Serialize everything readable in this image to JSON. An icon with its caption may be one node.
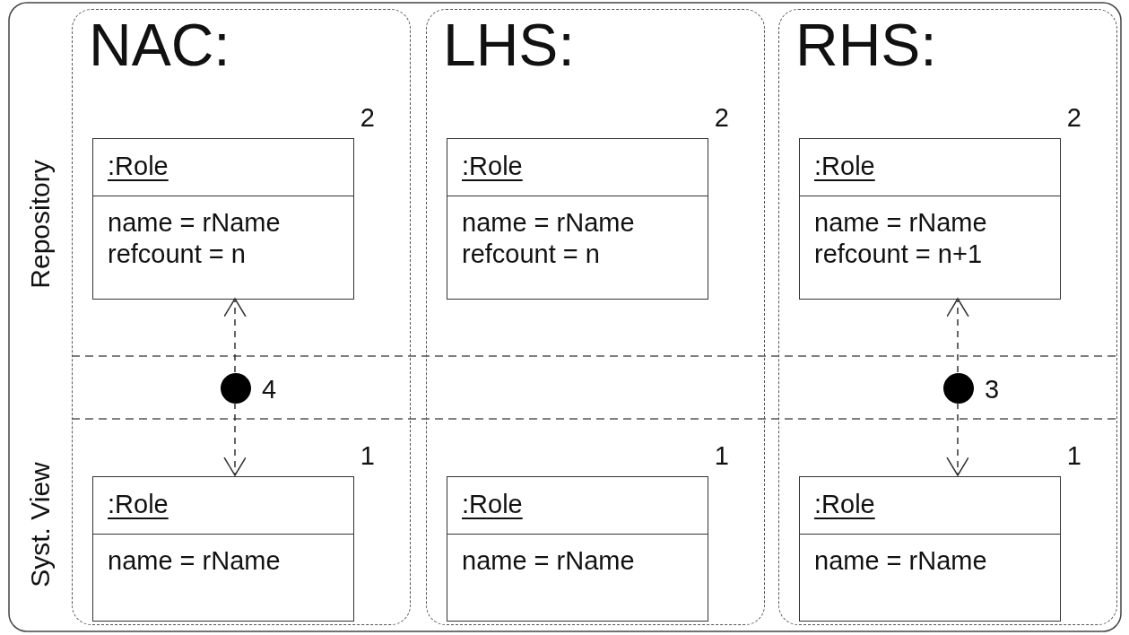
{
  "diagram": {
    "nodes": [
      {
        "text": [
          "NAC:"
        ]
      },
      {
        "text": [
          ":Role",
          "name = rName refcount = n"
        ],
        "in": 0,
        "beside": [
          "2"
        ]
      },
      {
        "text": [],
        "shape": "circle",
        "in": 0,
        "beside": [
          "4"
        ]
      },
      {
        "text": [
          ":Role",
          "name = rName"
        ],
        "in": 0,
        "beside": [
          "1"
        ]
      },
      {
        "text": [
          "LHS:"
        ]
      },
      {
        "text": [
          ":Role",
          "name = rName refcount = n"
        ],
        "in": 4,
        "beside": [
          "2"
        ]
      },
      {
        "text": [
          ":Role",
          "name = rName"
        ],
        "in": 4,
        "beside": [
          "1"
        ]
      },
      {
        "text": [
          "RHS:"
        ]
      },
      {
        "text": [
          ":Role",
          "name = rName refcount = n+1"
        ],
        "in": 7,
        "beside": [
          "2"
        ]
      },
      {
        "text": [],
        "shape": "circle",
        "in": 7,
        "beside": [
          "3"
        ]
      },
      {
        "text": [
          ":Role",
          "name = rName"
        ],
        "in": 7,
        "beside": [
          "1"
        ]
      }
    ],
    "edges": [
      {
        "from": 2,
        "to": 1,
        "arrow": "to",
        "style": "dashed"
      },
      {
        "from": 2,
        "to": 3,
        "arrow": "to",
        "style": "dashed"
      },
      {
        "from": 9,
        "to": 8,
        "arrow": "to",
        "style": "dashed"
      },
      {
        "from": 9,
        "to": 10,
        "arrow": "to",
        "style": "dashed"
      }
    ],
    "labels": [
      "Repository",
      "Syst. View"
    ]
  }
}
